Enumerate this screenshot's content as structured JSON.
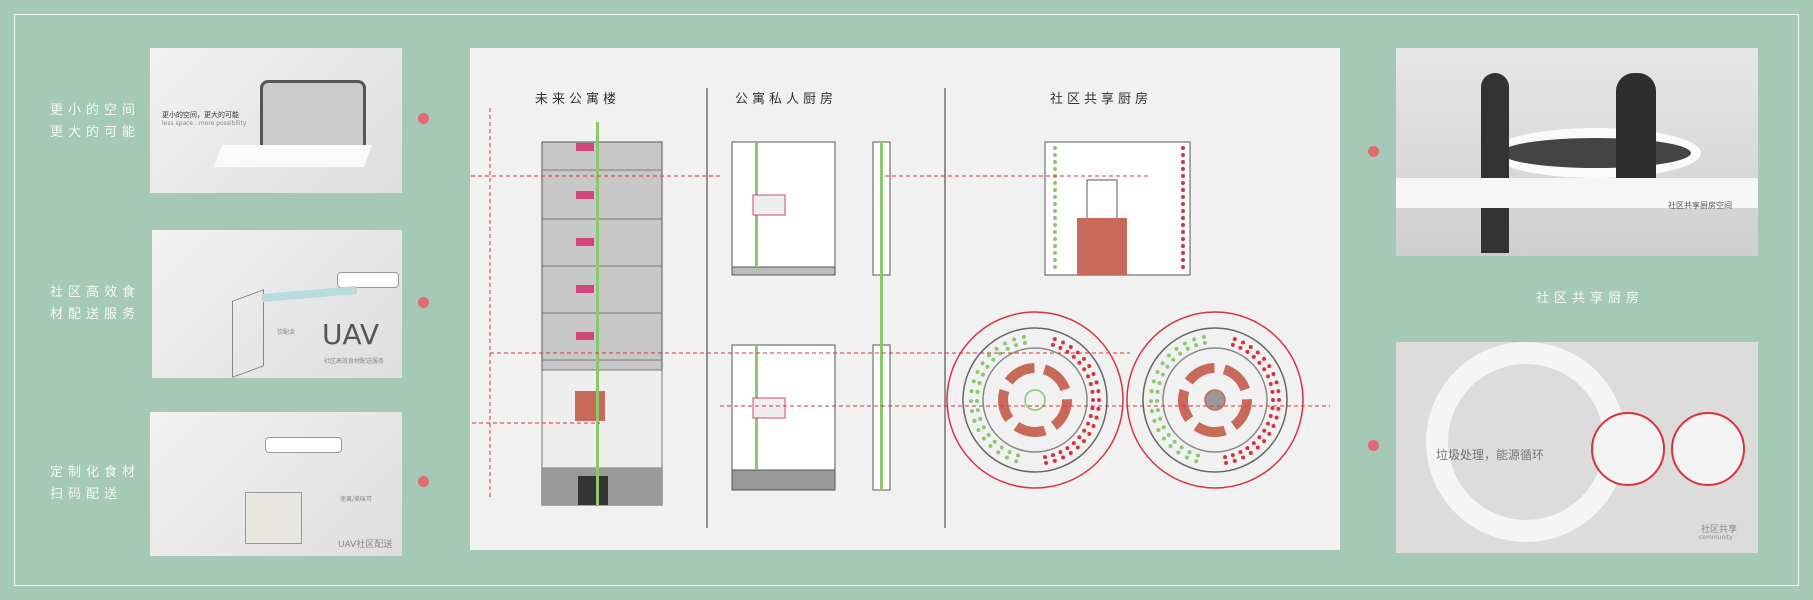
{
  "left": {
    "items": [
      {
        "label": [
          "更小的空间",
          "更大的可能"
        ],
        "caption": "更小的空间，更大的可能",
        "caption_en": "less space , more possibility"
      },
      {
        "label": [
          "社区高效食",
          "材配送服务"
        ],
        "caption": "UAV",
        "sub": "社区高效食材配送服务",
        "tag": "饮配余"
      },
      {
        "label": [
          "定制化食材",
          "扫码配送"
        ],
        "caption": "UAV社区配送",
        "tag": "速果/美味可"
      }
    ]
  },
  "diagram": {
    "titles": [
      "未来公寓楼",
      "公寓私人厨房",
      "社区共享厨房"
    ],
    "colors": {
      "green": "#8cc870",
      "pink": "#d0457a",
      "red": "#d8323c",
      "brick": "#c86a5a"
    }
  },
  "right": {
    "top_caption": "社区共享厨房空间",
    "middle_label": "社区共享厨房",
    "bottom_caption": "垃圾处理，能源循环",
    "bottom_tag": "社区共享",
    "bottom_tag_en": "community"
  }
}
